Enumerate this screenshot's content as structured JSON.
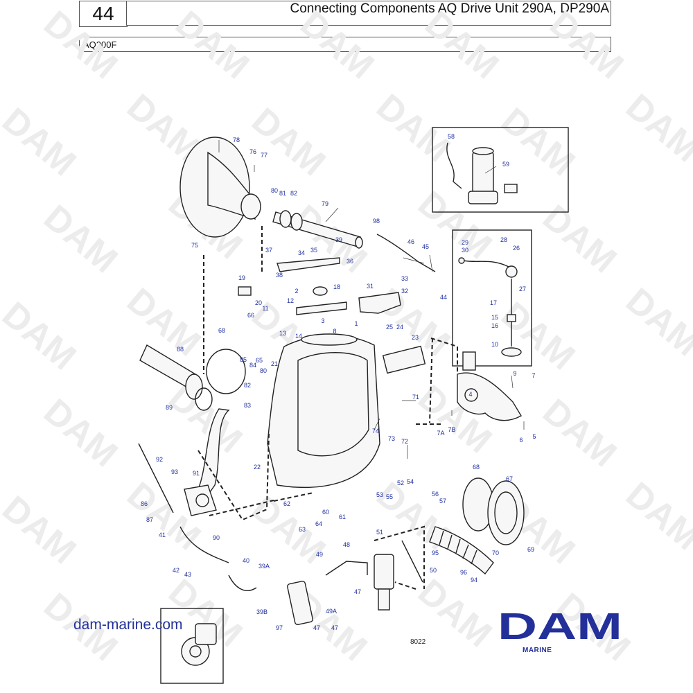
{
  "header": {
    "page_number": "44",
    "title": "Connecting Components AQ Drive Unit 290A, DP290A",
    "subtitle": "AQ200F"
  },
  "diagram": {
    "watermark": "DAM",
    "figure_number": "8022",
    "part_labels": [
      "1",
      "2",
      "3",
      "4",
      "5",
      "6",
      "7",
      "7A",
      "7B",
      "8",
      "9",
      "10",
      "11",
      "12",
      "13",
      "14",
      "15",
      "16",
      "17",
      "18",
      "19",
      "20",
      "21",
      "22",
      "23",
      "24",
      "25",
      "26",
      "27",
      "28",
      "29",
      "30",
      "31",
      "32",
      "33",
      "34",
      "35",
      "36",
      "37",
      "38",
      "39",
      "39A",
      "39B",
      "40",
      "41",
      "42",
      "43",
      "44",
      "45",
      "46",
      "47",
      "47",
      "47",
      "48",
      "49",
      "49A",
      "50",
      "51",
      "52",
      "53",
      "54",
      "55",
      "56",
      "57",
      "58",
      "59",
      "60",
      "61",
      "62",
      "63",
      "64",
      "65",
      "66",
      "67",
      "68",
      "68",
      "69",
      "70",
      "71",
      "72",
      "73",
      "74",
      "75",
      "76",
      "77",
      "78",
      "79",
      "80",
      "80",
      "81",
      "82",
      "82",
      "83",
      "84",
      "85",
      "86",
      "87",
      "88",
      "89",
      "90",
      "91",
      "92",
      "93",
      "94",
      "95",
      "96",
      "97",
      "98"
    ]
  },
  "footer": {
    "website": "dam-marine.com",
    "logo_text": "DAM",
    "logo_subtext": "MARINE"
  },
  "colors": {
    "label_blue": "#1f2fa0",
    "brand_blue": "#23309a",
    "watermark_gray": "#ececec"
  }
}
